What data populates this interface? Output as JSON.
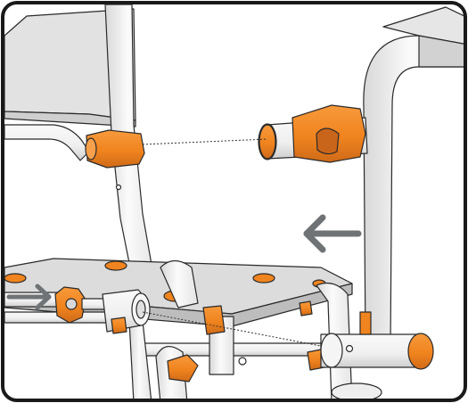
{
  "figure": {
    "kind": "assembly-instruction-illustration",
    "parts": [
      {
        "name": "backrest-panel",
        "color": "#e2e2e2"
      },
      {
        "name": "armrest-left",
        "color": "#ececec"
      },
      {
        "name": "orange-clamp-left",
        "color": "#f0841e"
      },
      {
        "name": "orange-clamp-right",
        "color": "#f0841e"
      },
      {
        "name": "armrest-tube-right",
        "color": "#f4f4f4"
      },
      {
        "name": "seat-frame",
        "color": "#dcdcdc"
      },
      {
        "name": "orange-knob",
        "color": "#f0841e"
      },
      {
        "name": "orange-end-cap",
        "color": "#f0841e"
      }
    ],
    "arrows": [
      {
        "name": "assembly-arrow-large",
        "direction": "left",
        "color": "#6f7375"
      },
      {
        "name": "assembly-arrow-small",
        "direction": "right",
        "color": "#6f7375"
      }
    ],
    "guide_lines": 2,
    "colors": {
      "accent": "#f0841e",
      "accent_shadow": "#c9651a",
      "tube": "#f4f4f4",
      "outline": "#2a2a2a",
      "arrow": "#6f7375",
      "border": "#1a1a1a"
    }
  }
}
